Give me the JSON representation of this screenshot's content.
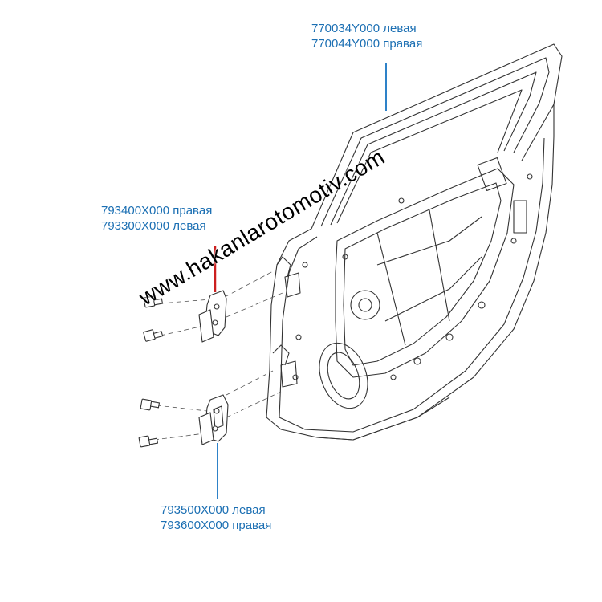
{
  "labels": {
    "door_left": "770034Y000 левая",
    "door_right": "770044Y000 правая",
    "upper_hinge_right": "793400X000 правая",
    "upper_hinge_left": "793300X000 левая",
    "lower_hinge_left": "793500X000 левая",
    "lower_hinge_right": "793600X000 правая"
  },
  "watermark": "www.hakanlarotomotiv.com",
  "colors": {
    "label_text": "#1b6fb3",
    "door_leader": "#2e82c8",
    "upper_hinge_leader": "#cc1f1f",
    "lower_hinge_leader": "#2e82c8",
    "line_art": "#333333"
  }
}
